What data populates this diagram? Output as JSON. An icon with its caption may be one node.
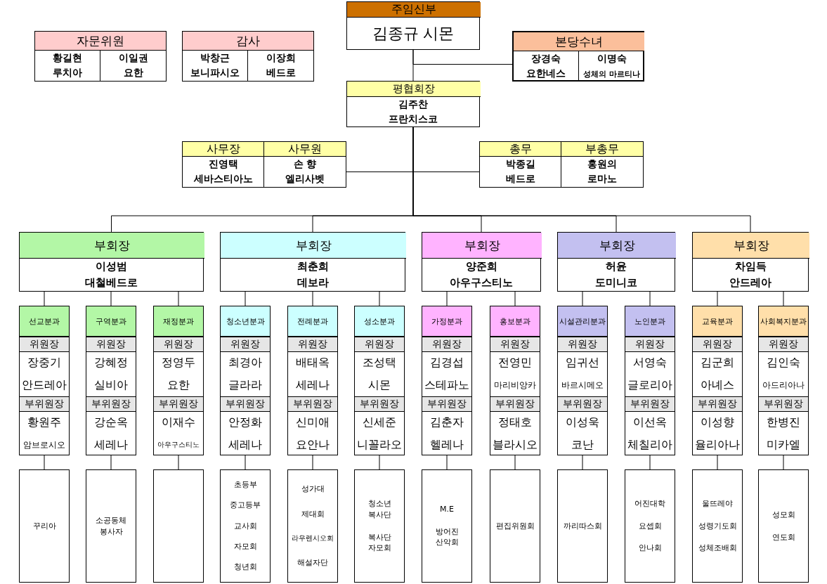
{
  "diagram": {
    "nodes": [
      {
        "text": [
          "주임신부",
          "김종규 시몬"
        ]
      },
      {
        "text": [
          "본당수녀",
          "장경숙",
          "요한네스",
          "이명숙",
          "성체의 마르티나"
        ]
      },
      {
        "text": [
          "평협회장",
          "김주찬",
          "프란치스코"
        ]
      },
      {
        "text": [
          "자문위원",
          "황길현",
          "루치아",
          "이일권",
          "요한"
        ]
      },
      {
        "text": [
          "감사",
          "박창근",
          "보니파시오",
          "이장희",
          "베드로"
        ]
      },
      {
        "text": [
          "사무장",
          "진영택",
          "세바스티아노",
          "사무원",
          "손 향",
          "엘리사벳"
        ]
      },
      {
        "text": [
          "총무",
          "박종길",
          "베드로",
          "부총무",
          "홍원의",
          "로마노"
        ]
      },
      {
        "text": [
          "부회장",
          "이성범",
          "대철베드로"
        ]
      },
      {
        "text": [
          "부회장",
          "최춘희",
          "데보라"
        ]
      },
      {
        "text": [
          "부회장",
          "양준희",
          "아우구스티노"
        ]
      },
      {
        "text": [
          "부회장",
          "허윤",
          "도미니코"
        ]
      },
      {
        "text": [
          "부회장",
          "차임득",
          "안드레아"
        ]
      },
      {
        "text": [
          "선교분과",
          "위원장",
          "장중기",
          "안드레아",
          "부위원장",
          "황원주",
          "암브로시오"
        ]
      },
      {
        "text": [
          "구역분과",
          "위원장",
          "강혜정",
          "실비아",
          "부위원장",
          "강순옥",
          "세레나"
        ]
      },
      {
        "text": [
          "재정분과",
          "위원장",
          "정영두",
          "요한",
          "부위원장",
          "이재수",
          "아우구스티노"
        ]
      },
      {
        "text": [
          "청소년분과",
          "위원장",
          "최경아",
          "글라라",
          "부위원장",
          "안정화",
          "세레나"
        ]
      },
      {
        "text": [
          "전례분과",
          "위원장",
          "배태옥",
          "세레나",
          "부위원장",
          "신미애",
          "요안나"
        ]
      },
      {
        "text": [
          "성소분과",
          "위원장",
          "조성택",
          "시몬",
          "부위원장",
          "신세준",
          "니꼴라오"
        ]
      },
      {
        "text": [
          "가정분과",
          "위원장",
          "김경섭",
          "스테파노",
          "부위원장",
          "김춘자",
          "헬레나"
        ]
      },
      {
        "text": [
          "홍보분과",
          "위원장",
          "전영민",
          "마리비앙카",
          "부위원장",
          "정태호",
          "블라시오"
        ]
      },
      {
        "text": [
          "시설관리분과",
          "위원장",
          "임귀선",
          "바르시메오",
          "부위원장",
          "이성욱",
          "코난"
        ]
      },
      {
        "text": [
          "노인분과",
          "위원장",
          "서영숙",
          "글로리아",
          "부위원장",
          "이선옥",
          "체칠리아"
        ]
      },
      {
        "text": [
          "교육분과",
          "위원장",
          "김군희",
          "아녜스",
          "부위원장",
          "이성향",
          "율리아나"
        ]
      },
      {
        "text": [
          "사회복지분과",
          "위원장",
          "김인숙",
          "아드리아나",
          "부위원장",
          "한병진",
          "미카엘"
        ]
      },
      {
        "text": [
          "꾸리아"
        ]
      },
      {
        "text": [
          "소공동체 봉사자"
        ]
      },
      {
        "text": [],
        "shape": "box"
      },
      {
        "text": [
          "초등부",
          "중고등부",
          "교사회",
          "자모회",
          "청년회"
        ]
      },
      {
        "text": [
          "성가대",
          "제대회",
          "라우렌시오회",
          "해설자단"
        ]
      },
      {
        "text": [
          "청소년 복사단",
          "복사단 자모회"
        ]
      },
      {
        "text": [
          "M.E",
          "방어진 산악회"
        ]
      },
      {
        "text": [
          "편집위원회"
        ]
      },
      {
        "text": [
          "까리따스회"
        ]
      },
      {
        "text": [
          "어진대학",
          "요셉회",
          "안나회"
        ]
      },
      {
        "text": [
          "울뜨레야",
          "성령기도회",
          "성체조배회"
        ]
      },
      {
        "text": [
          "성모회",
          "연도회"
        ]
      }
    ],
    "edges": [
      {
        "from": 0,
        "to": 2,
        "arrow": "none"
      },
      {
        "from": 0,
        "to": 1,
        "arrow": "none"
      },
      {
        "from": 2,
        "to": 5,
        "arrow": "none"
      },
      {
        "from": 2,
        "to": 6,
        "arrow": "none"
      },
      {
        "from": 2,
        "to": 7,
        "arrow": "none"
      },
      {
        "from": 2,
        "to": 8,
        "arrow": "none"
      },
      {
        "from": 2,
        "to": 9,
        "arrow": "none"
      },
      {
        "from": 2,
        "to": 10,
        "arrow": "none"
      },
      {
        "from": 2,
        "to": 11,
        "arrow": "none"
      },
      {
        "from": 7,
        "to": 12,
        "arrow": "none"
      },
      {
        "from": 7,
        "to": 13,
        "arrow": "none"
      },
      {
        "from": 7,
        "to": 14,
        "arrow": "none"
      },
      {
        "from": 8,
        "to": 15,
        "arrow": "none"
      },
      {
        "from": 8,
        "to": 16,
        "arrow": "none"
      },
      {
        "from": 8,
        "to": 17,
        "arrow": "none"
      },
      {
        "from": 9,
        "to": 18,
        "arrow": "none"
      },
      {
        "from": 9,
        "to": 19,
        "arrow": "none"
      },
      {
        "from": 10,
        "to": 20,
        "arrow": "none"
      },
      {
        "from": 10,
        "to": 21,
        "arrow": "none"
      },
      {
        "from": 11,
        "to": 22,
        "arrow": "none"
      },
      {
        "from": 11,
        "to": 23,
        "arrow": "none"
      },
      {
        "from": 12,
        "to": 24,
        "arrow": "none"
      },
      {
        "from": 13,
        "to": 25,
        "arrow": "none"
      },
      {
        "from": 14,
        "to": 26,
        "arrow": "none"
      },
      {
        "from": 15,
        "to": 27,
        "arrow": "none"
      },
      {
        "from": 16,
        "to": 28,
        "arrow": "none"
      },
      {
        "from": 17,
        "to": 29,
        "arrow": "none"
      },
      {
        "from": 18,
        "to": 30,
        "arrow": "none"
      },
      {
        "from": 19,
        "to": 31,
        "arrow": "none"
      },
      {
        "from": 20,
        "to": 32,
        "arrow": "none"
      },
      {
        "from": 21,
        "to": 33,
        "arrow": "none"
      },
      {
        "from": 22,
        "to": 34,
        "arrow": "none"
      },
      {
        "from": 23,
        "to": 35,
        "arrow": "none"
      }
    ]
  }
}
